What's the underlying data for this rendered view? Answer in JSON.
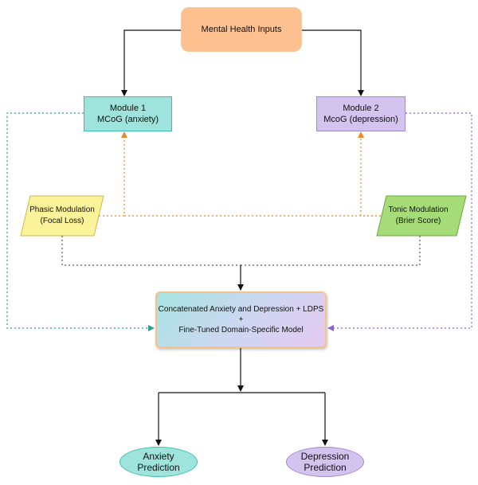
{
  "nodes": {
    "inputs": {
      "label": "Mental Health Inputs"
    },
    "module1": {
      "line1": "Module 1",
      "line2": "MCoG (anxiety)"
    },
    "module2": {
      "line1": "Module 2",
      "line2": "McoG (depression)"
    },
    "phasic": {
      "line1": "Phasic Modulation",
      "line2": "(Focal Loss)"
    },
    "tonic": {
      "line1": "Tonic Modulation",
      "line2": "(Brier Score)"
    },
    "concat": {
      "line1": "Concatenated Anxiety and Depression + LDPS",
      "line2": "+",
      "line3": "Fine-Tuned Domain-Specific Model"
    },
    "anxiety": {
      "line1": "Anxiety",
      "line2": "Prediction"
    },
    "depression": {
      "line1": "Depression",
      "line2": "Prediction"
    }
  },
  "colors": {
    "inputs_fill": "#fdc08f",
    "anxiety_fill": "#9ee4dc",
    "depression_fill": "#d2c3ef",
    "phasic_fill": "#fbf39a",
    "tonic_fill": "#a6dc77",
    "anxiety_dotted": "#2b9d95",
    "depression_dotted": "#8a63d2",
    "modulation_dotted": "#e8892b",
    "merge_dotted": "#555555"
  }
}
